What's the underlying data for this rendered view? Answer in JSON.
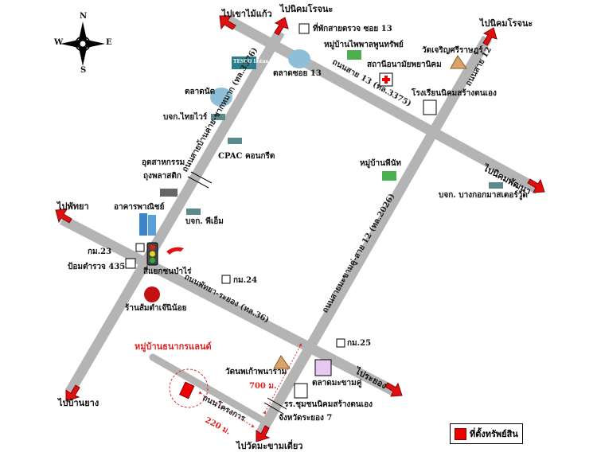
{
  "compass": {
    "n": "N",
    "s": "S",
    "e": "E",
    "w": "W"
  },
  "colors": {
    "road": "#b4b4b4",
    "arrow": "#e01010",
    "property": "#e00000",
    "distance": "#d22"
  },
  "destinations": {
    "khao_mai_kaeo": "ไปเขาไม้แก้ว",
    "nikhom_rojana_1": "ไปนิคมโรจนะ",
    "nikhom_rojana_2": "ไปนิคมโรจนะ",
    "nikhom_pattana": "ไปนิคมพัฒนา",
    "pattaya": "ไปพัทยา",
    "ban_yang": "ไปบ้านยาง",
    "rayong": "ไประยอง",
    "wat_makham_diao": "ไปวัดมะขามเดี่ยว"
  },
  "roads": {
    "road_3376": "ถนนสายบ้านค่าย-ชากหมาก (ทล.3376)",
    "road_13": "ถนนสาย 13 (ทล.3375)",
    "road_12_top": "ถนนสาย 12",
    "road_2026": "ถนนสายมะขามคู่-สาย 12 (ทล.2026)",
    "road_36": "ถนนพัทยา-ระยอง (ทล.36)",
    "project_road": "ถนนโครงการ"
  },
  "landmarks": {
    "police_box_13": "ที่พักสายตรวจ ซอย 13",
    "phaiphan_village": "หมู่บ้านไพพาลพูนทรัพย์",
    "health_station": "สถานีอนามัยพยานิคม",
    "wat_charoen": "วัดเจริญศรีราษฎร์",
    "school_nikhom": "โรงเรียนนิคมสร้างตนเอง",
    "tesco_lotus": "TESCO Lotus",
    "market_soi13": "ตลาดซอย 13",
    "market_nat": "ตลาดนัด",
    "thai_wire": "บจก.ไทยไวร์",
    "cpac": "CPAC คอนกรีต",
    "plastic_bag_1": "อุตสาหกรรม",
    "plastic_bag_2": "ถุงพลาสติก",
    "commercial": "อาคารพาณิชย์",
    "pe_company": "บจก. พีเอ็ม",
    "km23": "กม.23",
    "police_435": "ป้อมตำรวจ 435",
    "junction": "สี่แยกชนบำไร่",
    "km24": "กม.24",
    "orange_shop": "ร้านส้มตำเจ๊นิน้อย",
    "phinat_village": "หมู่บ้านพีนัท",
    "bangkok_master": "บจก. บางกอกมาสเตอร์วู้ด",
    "thanakorn_land": "หมู่บ้านธนากรแลนด์",
    "wat_phao": "วัดนพเก้าพนาราม",
    "km25": "กม.25",
    "makham_market": "ตลาดมะขามคู่",
    "school_community_1": "รร.ชุมชนนิคมสร้างตนเอง",
    "school_community_2": "จังหวัดระยอง 7"
  },
  "distances": {
    "d700": "700 ม.",
    "d220": "220 ม."
  },
  "legend": {
    "label": "ที่ตั้งทรัพย์สิน"
  }
}
